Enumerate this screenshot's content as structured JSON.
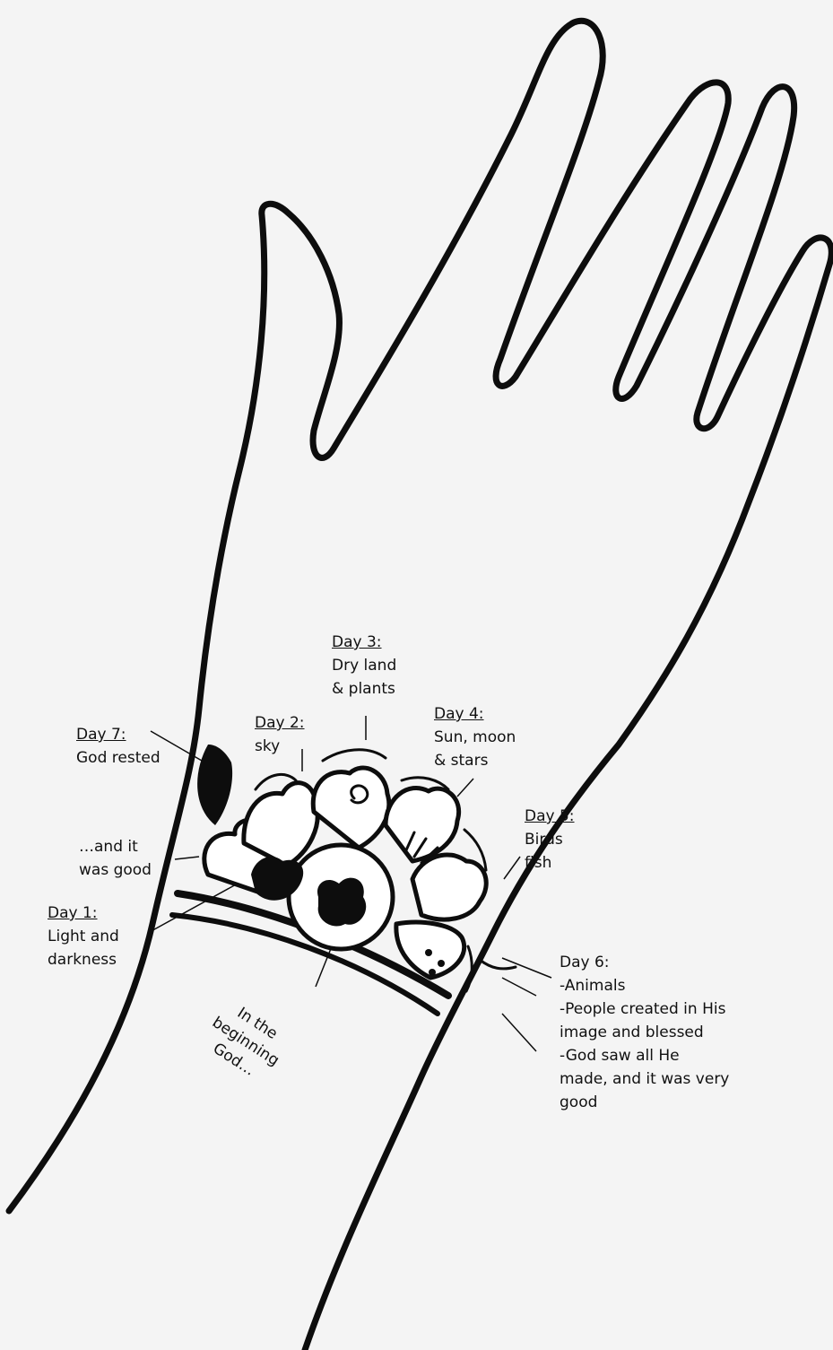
{
  "labels": {
    "day1": {
      "heading": "Day 1:",
      "lines": [
        "Light and",
        "darkness"
      ]
    },
    "day2": {
      "heading": "Day 2:",
      "lines": [
        "sky"
      ]
    },
    "day3": {
      "heading": "Day 3:",
      "lines": [
        "Dry land",
        "& plants"
      ]
    },
    "day4": {
      "heading": "Day 4:",
      "lines": [
        "Sun, moon",
        "& stars"
      ]
    },
    "day5": {
      "heading": "Day 5:",
      "lines": [
        "Birds",
        "fish"
      ]
    },
    "day6": {
      "heading": "Day 6:",
      "lines": [
        "-Animals",
        "-People created in His",
        "image and blessed",
        "-God saw all He",
        "made, and it was very",
        "good"
      ]
    },
    "day7": {
      "heading": "Day 7:",
      "lines": [
        "God rested"
      ]
    },
    "good": {
      "lines": [
        "…and it",
        "was good"
      ]
    },
    "beginning": {
      "lines": [
        "In the",
        "beginning",
        "God…"
      ]
    }
  },
  "colors": {
    "ink": "#0d0d0d",
    "paper": "#f4f4f4"
  }
}
